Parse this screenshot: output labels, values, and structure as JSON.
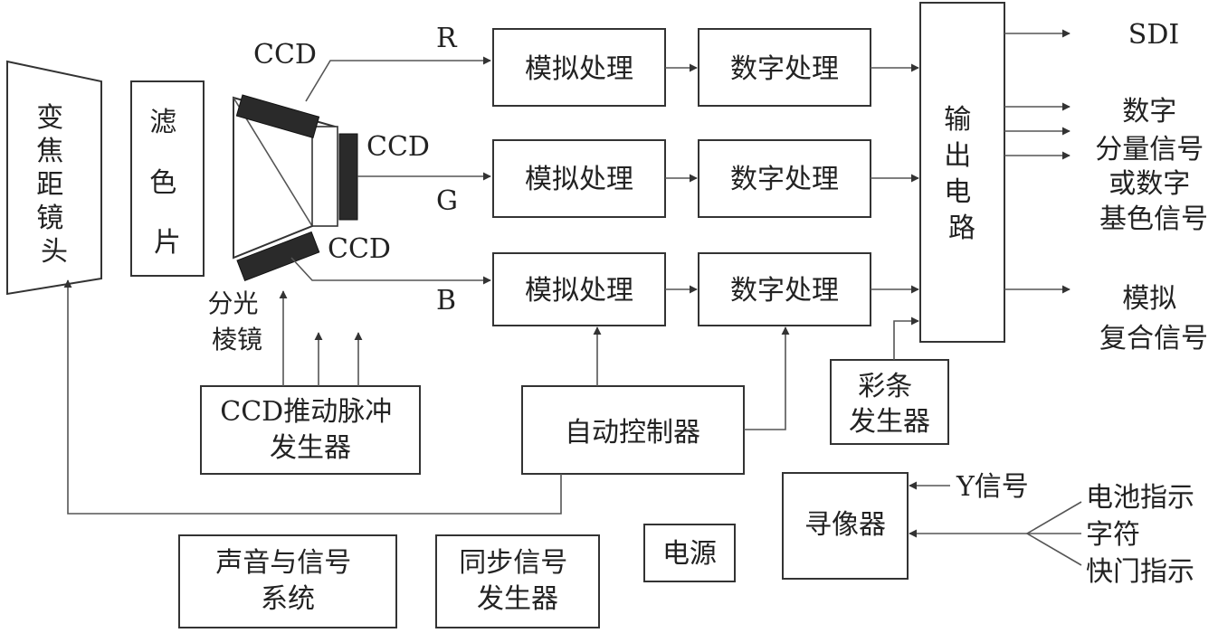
{
  "zoom_lens": {
    "label": [
      "变",
      "焦",
      "距",
      "镜",
      "头"
    ]
  },
  "filter": {
    "label": [
      "滤",
      "色",
      "片"
    ]
  },
  "prism": {
    "label": [
      "分光",
      "棱镜"
    ]
  },
  "ccd": {
    "top": "CCD",
    "middle": "CCD",
    "bottom": "CCD"
  },
  "channels": {
    "r": "R",
    "g": "G",
    "b": "B"
  },
  "analog_label": "模拟处理",
  "digital_label": "数字处理",
  "output_circuit": {
    "label": [
      "输",
      "出",
      "电",
      "路"
    ]
  },
  "outputs": {
    "sdi": "SDI",
    "digital": [
      "数字",
      "分量信号",
      "或数字",
      "基色信号"
    ],
    "analog": [
      "模拟",
      "复合信号"
    ]
  },
  "color_bar": {
    "label": [
      "彩条",
      "发生器"
    ]
  },
  "ccd_pulse": {
    "label": [
      "CCD推动脉冲",
      "发生器"
    ]
  },
  "auto_control": {
    "label": "自动控制器"
  },
  "viewfinder": {
    "label": "寻像器"
  },
  "y_signal": "Y信号",
  "indicators": [
    "电池指示",
    "字符",
    "快门指示"
  ],
  "audio": {
    "label": [
      "声音与信号",
      "系统"
    ]
  },
  "sync": {
    "label": [
      "同步信号",
      "发生器"
    ]
  },
  "power": {
    "label": "电源"
  }
}
